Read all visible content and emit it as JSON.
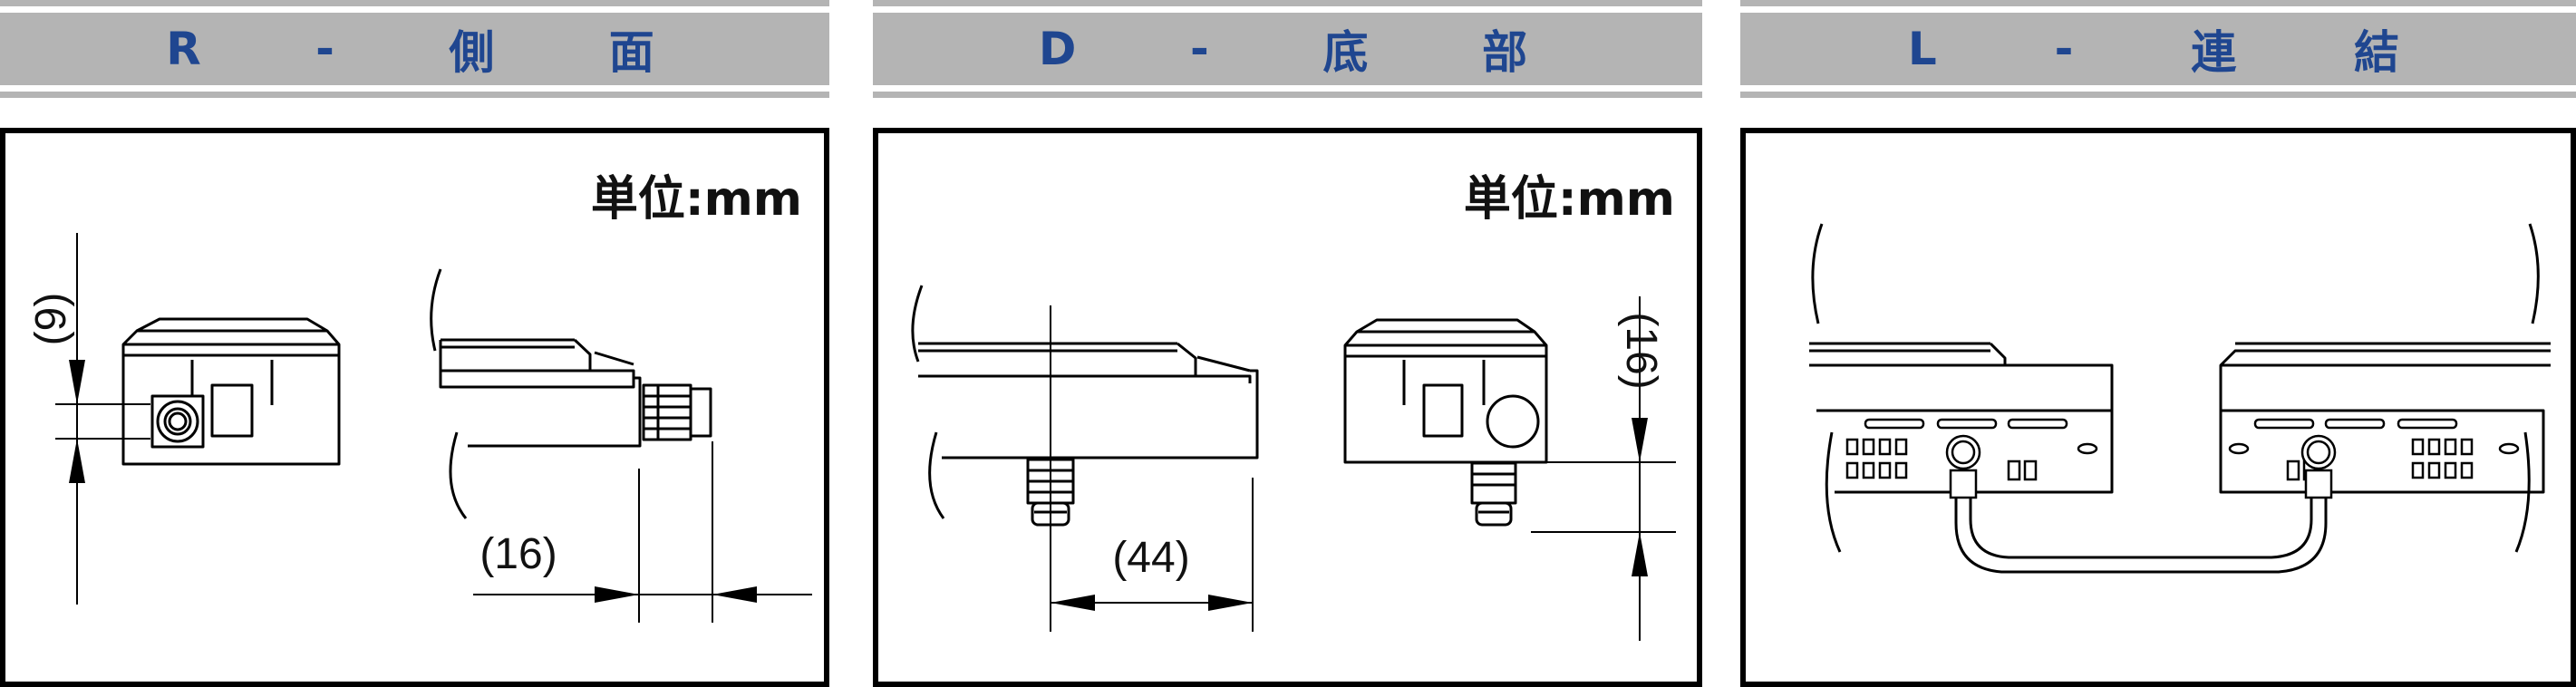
{
  "headers": [
    {
      "chars": [
        "R",
        "-",
        "側",
        "面"
      ]
    },
    {
      "chars": [
        "D",
        "-",
        "底",
        "部"
      ]
    },
    {
      "chars": [
        "L",
        "-",
        "連",
        "結"
      ]
    }
  ],
  "panels": [
    {
      "unit": "単位:mm",
      "dims": {
        "vertical": "(9)",
        "horizontal": "(16)"
      }
    },
    {
      "unit": "単位:mm",
      "dims": {
        "horizontal": "(44)",
        "vertical": "(16)"
      }
    },
    {}
  ],
  "colors": {
    "header_band": "#b4b4b4",
    "header_text": "#1f4690",
    "ink": "#000000"
  }
}
